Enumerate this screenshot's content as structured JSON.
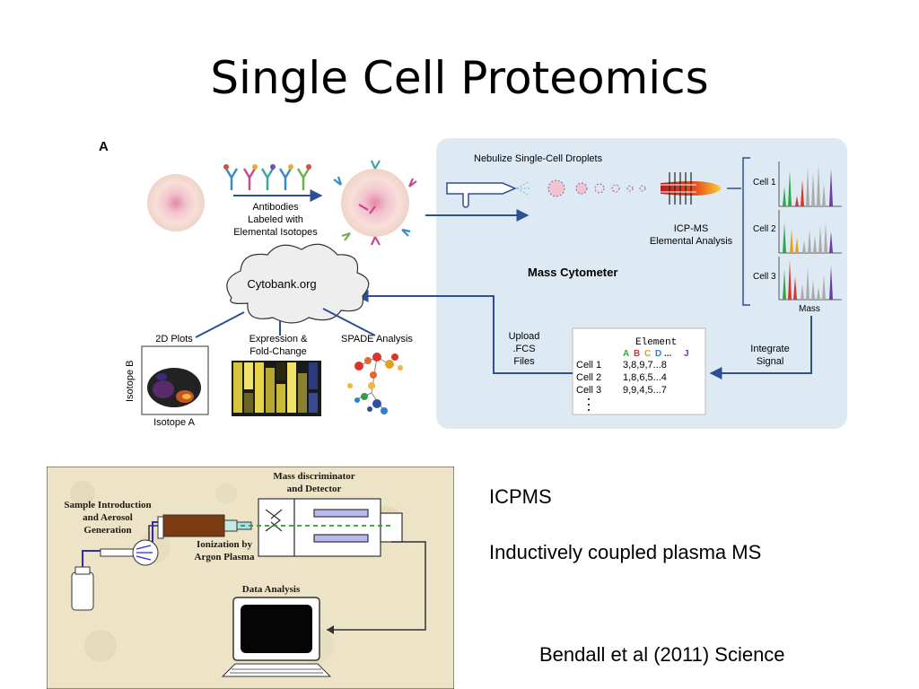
{
  "slide": {
    "title": "Single Cell Proteomics",
    "notes": {
      "line1": "ICPMS",
      "line2": "Inductively coupled plasma MS",
      "citation": "Bendall et al (2011) Science"
    }
  },
  "figure_a": {
    "panel_letter": "A",
    "antibodies_label": [
      "Antibodies",
      "Labeled with",
      "Elemental Isotopes"
    ],
    "nebulize_label": "Nebulize Single-Cell Droplets",
    "icpms_label": [
      "ICP-MS",
      "Elemental Analysis"
    ],
    "mass_cytometer_label": "Mass Cytometer",
    "cells": [
      "Cell 1",
      "Cell 2",
      "Cell 3"
    ],
    "mass_axis": "Mass",
    "integrate_label": [
      "Integrate",
      "Signal"
    ],
    "upload_label": [
      "Upload",
      ".FCS",
      "Files"
    ],
    "cytobank_label": "Cytobank.org",
    "plots_2d_label": "2D Plots",
    "expression_label": [
      "Expression &",
      "Fold-Change"
    ],
    "spade_label": "SPADE Analysis",
    "isotope_b": "Isotope B",
    "isotope_a": "Isotope A",
    "table": {
      "header": "Element",
      "element_letters": [
        "A",
        "B",
        "C",
        "D",
        "...",
        "J"
      ],
      "letter_colors": [
        "#3aa63a",
        "#d9342b",
        "#d9a21b",
        "#2f7fd0",
        "#333333",
        "#6a3ea1"
      ],
      "rows": [
        {
          "cell": "Cell 1",
          "values": "3,8,9,7...8"
        },
        {
          "cell": "Cell 2",
          "values": "1,8,6,5...4"
        },
        {
          "cell": "Cell 3",
          "values": "9,9,4,5...7"
        }
      ]
    }
  },
  "icpms_diagram": {
    "mass_discriminator": [
      "Mass discriminator",
      "and Detector"
    ],
    "sample_intro": [
      "Sample Introduction",
      "and Aerosol",
      "Generation"
    ],
    "ionization": [
      "Ionization by",
      "Argon Plasma"
    ],
    "data_analysis": "Data Analysis"
  }
}
